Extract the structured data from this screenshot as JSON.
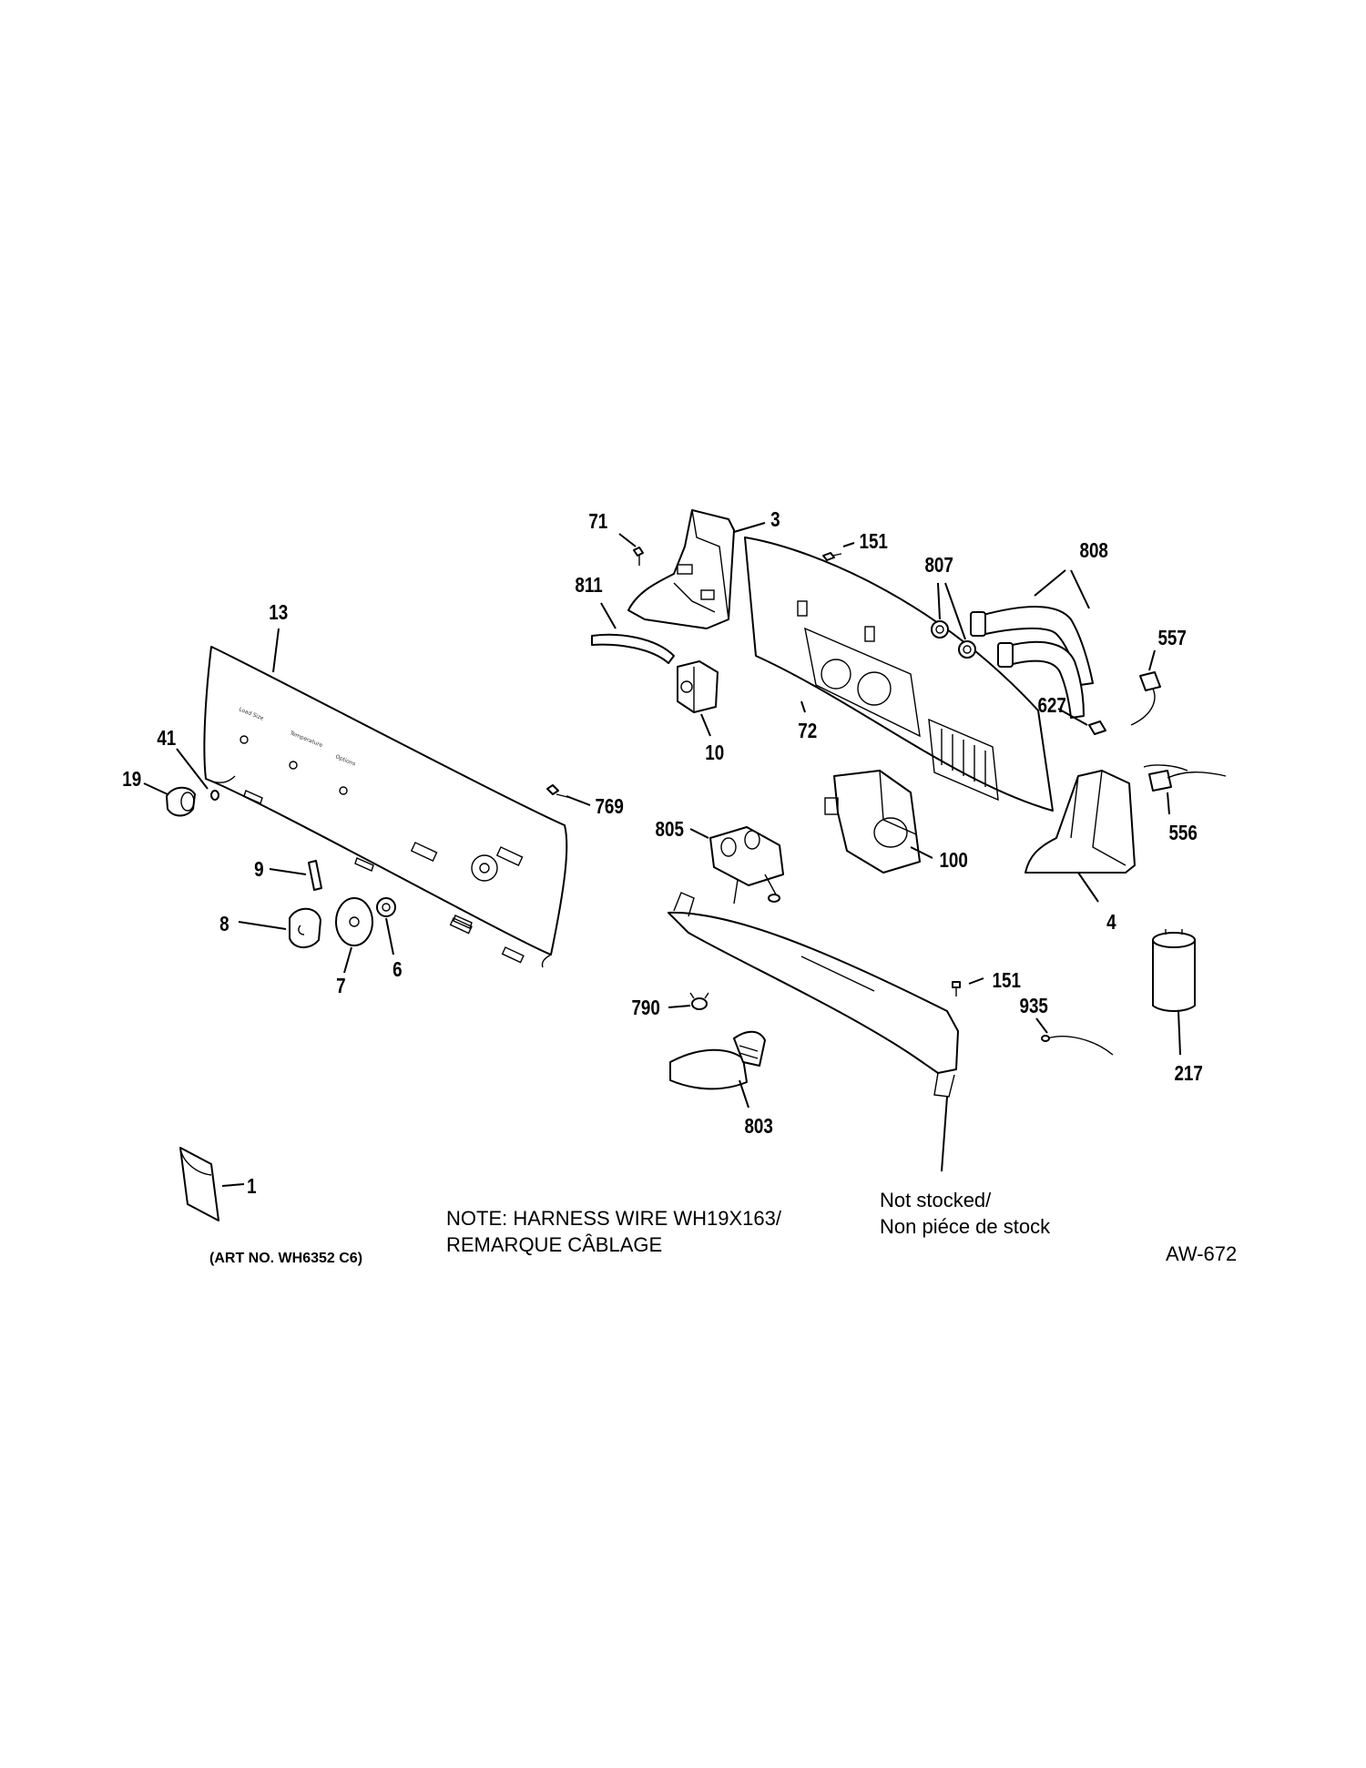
{
  "callouts": {
    "c1": "1",
    "c3": "3",
    "c4": "4",
    "c6": "6",
    "c7": "7",
    "c8": "8",
    "c9": "9",
    "c10": "10",
    "c13": "13",
    "c19": "19",
    "c41": "41",
    "c71": "71",
    "c72": "72",
    "c100": "100",
    "c151a": "151",
    "c151b": "151",
    "c217": "217",
    "c556": "556",
    "c557": "557",
    "c627": "627",
    "c769": "769",
    "c790": "790",
    "c803": "803",
    "c805": "805",
    "c807": "807",
    "c808": "808",
    "c811": "811",
    "c935": "935"
  },
  "notes": {
    "harness_line1": "NOTE: HARNESS WIRE WH19X163/",
    "harness_line2": "REMARQUE CÂBLAGE",
    "not_stocked_line1": "Not stocked/",
    "not_stocked_line2": "Non piéce de stock",
    "art_no": "(ART NO. WH6352 C6)",
    "diagram_id": "AW-672"
  }
}
